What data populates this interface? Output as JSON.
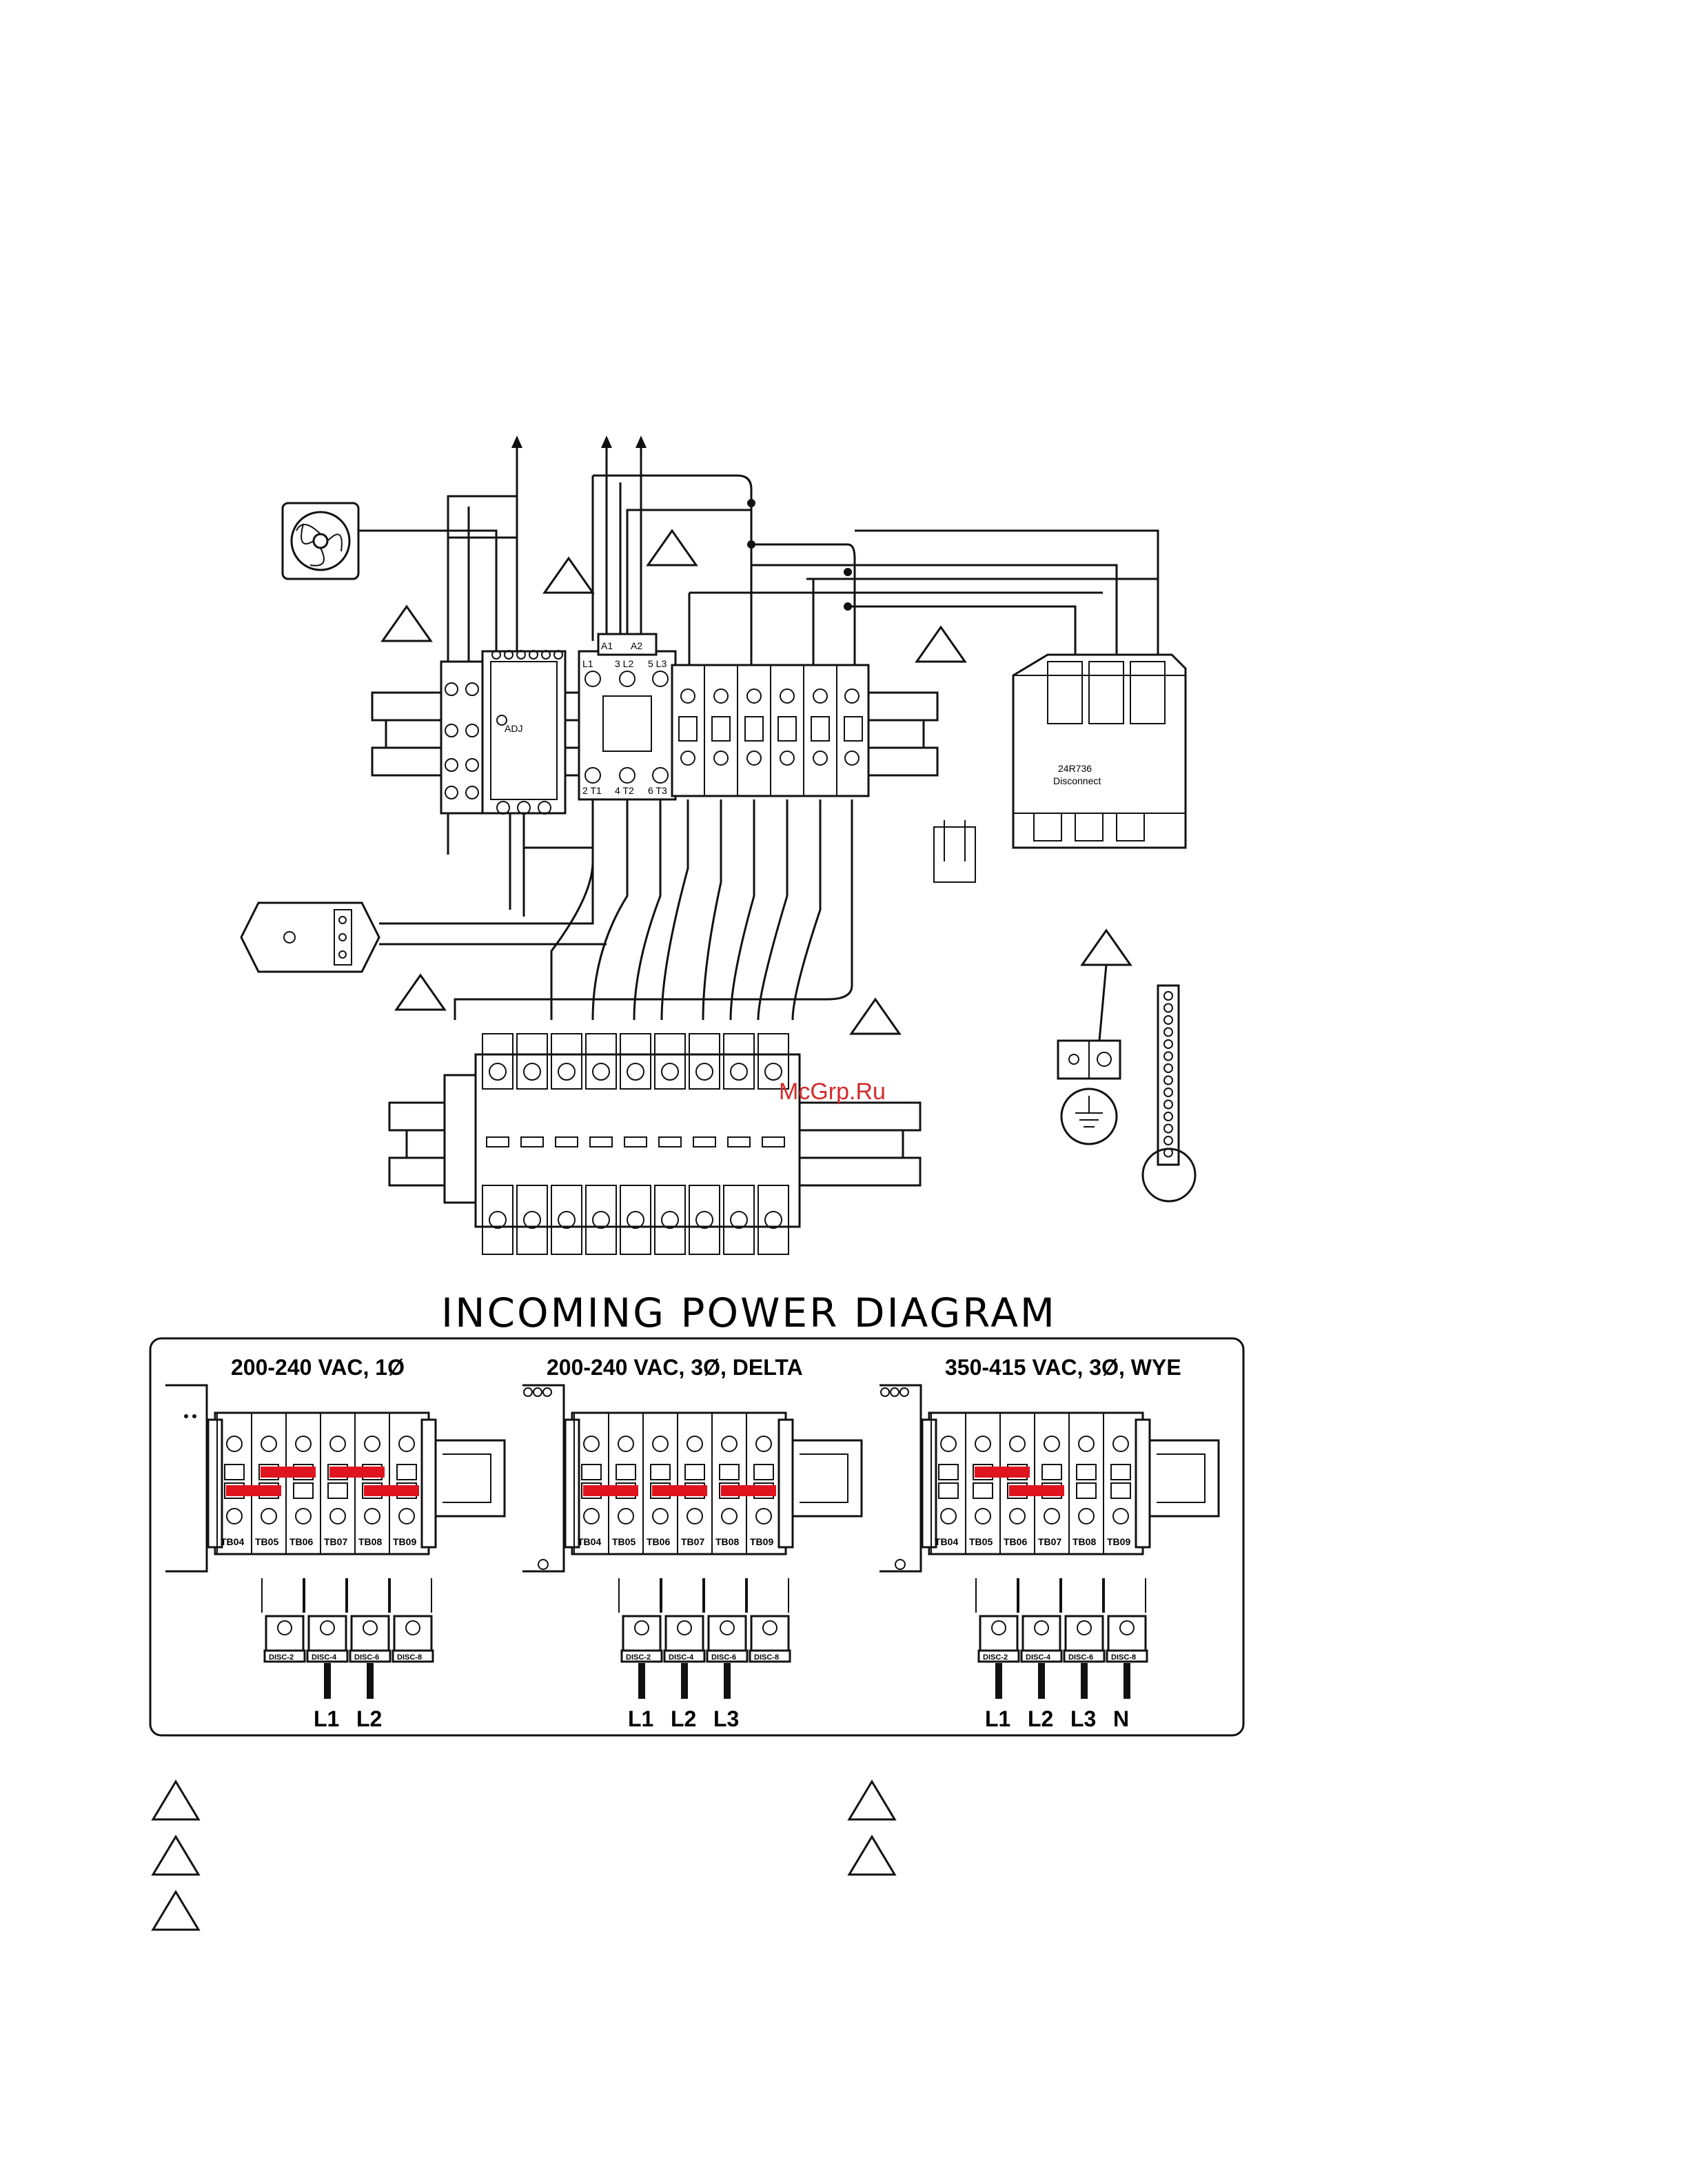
{
  "diagram_title": "INCOMING POWER DIAGRAM",
  "watermark": "McGrp.Ru",
  "disconnect_label": [
    "24R736",
    "Disconnect"
  ],
  "power_supply_labels": {
    "adj": "ADJ",
    "minus": "-",
    "plus": "+"
  },
  "contactor_labels": {
    "a1": "A1",
    "a2": "A2",
    "l1": "L1",
    "l2": "3 L2",
    "l3": "5 L3",
    "t1": "2 T1",
    "t2": "4 T2",
    "t3": "6 T3"
  },
  "configurations": [
    {
      "heading": "200-240 VAC, 1Ø",
      "terminals": [
        "TB04",
        "TB05",
        "TB06",
        "TB07",
        "TB08",
        "TB09"
      ],
      "disconnects": [
        "DISC-2",
        "DISC-4",
        "DISC-6",
        "DISC-8"
      ],
      "lines": [
        "L1",
        "L2"
      ]
    },
    {
      "heading": "200-240 VAC, 3Ø, DELTA",
      "terminals": [
        "TB04",
        "TB05",
        "TB06",
        "TB07",
        "TB08",
        "TB09"
      ],
      "disconnects": [
        "DISC-2",
        "DISC-4",
        "DISC-6",
        "DISC-8"
      ],
      "lines": [
        "L1",
        "L2",
        "L3"
      ]
    },
    {
      "heading": "350-415 VAC, 3Ø, WYE",
      "terminals": [
        "TB04",
        "TB05",
        "TB06",
        "TB07",
        "TB08",
        "TB09"
      ],
      "disconnects": [
        "DISC-2",
        "DISC-4",
        "DISC-6",
        "DISC-8"
      ],
      "lines": [
        "L1",
        "L2",
        "L3",
        "N"
      ]
    }
  ],
  "colors": {
    "jumper": "#e0141e",
    "line": "#111111",
    "watermark": "#d42a2a"
  },
  "icons": [
    "fan-icon",
    "ground-icon",
    "warning-triangle-icon",
    "filter-icon"
  ]
}
